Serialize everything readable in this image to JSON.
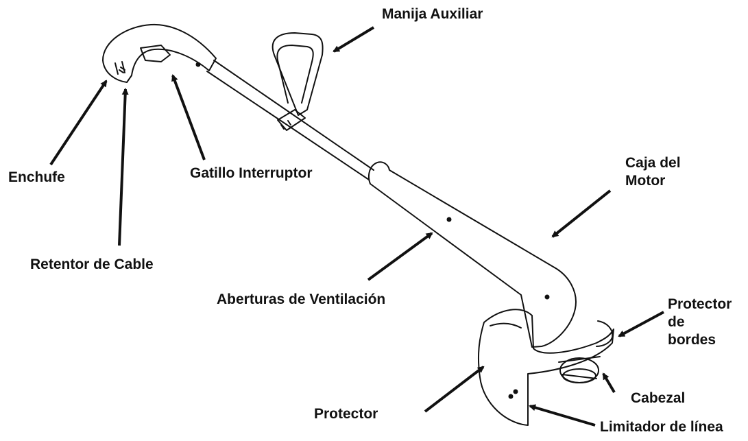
{
  "labels": {
    "manija_auxiliar": "Manija Auxiliar",
    "enchufe": "Enchufe",
    "gatillo_interruptor": "Gatillo Interruptor",
    "retentor_de_cable": "Retentor de Cable",
    "caja_del_motor_line1": "Caja del",
    "caja_del_motor_line2": "Motor",
    "aberturas_de_ventilacion": "Aberturas de Ventilación",
    "protector_de_bordes_line1": "Protector",
    "protector_de_bordes_line2": "de",
    "protector_de_bordes_line3": "bordes",
    "cabezal": "Cabezal",
    "protector": "Protector",
    "limitador_de_linea": "Limitador de línea"
  },
  "colors": {
    "ink": "#111111",
    "background": "#ffffff"
  }
}
